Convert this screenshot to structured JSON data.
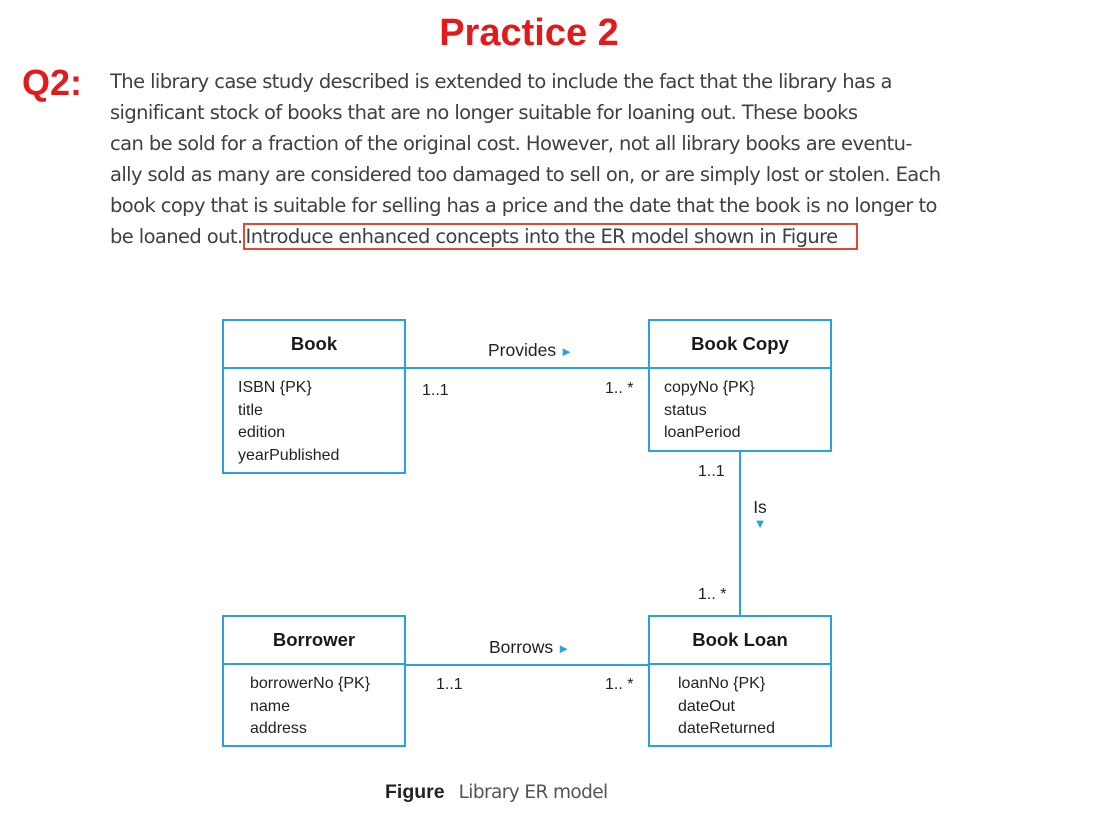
{
  "header": {
    "title": "Practice 2",
    "question_label": "Q2:"
  },
  "paragraph": {
    "lines": [
      "The library case study described  is extended to include the fact that the  library has a",
      "significant stock of books that are no longer suitable for loaning out. These books",
      "can be sold for a fraction of the original cost. However, not all library books are eventu-",
      "ally sold as many are considered too damaged to sell on, or are simply lost or stolen. Each",
      "book copy that is suitable for selling has a price and the date that the book is no longer to"
    ],
    "last_line_start": "be loaned out.",
    "last_line_highlight": "Introduce enhanced concepts into the ER model shown in Figure"
  },
  "diagram": {
    "entities": {
      "book": {
        "name": "Book",
        "attributes": [
          "ISBN {PK}",
          "title",
          "edition",
          "yearPublished"
        ]
      },
      "book_copy": {
        "name": "Book Copy",
        "attributes": [
          "copyNo {PK}",
          "status",
          "loanPeriod"
        ]
      },
      "borrower": {
        "name": "Borrower",
        "attributes": [
          "borrowerNo {PK}",
          "name",
          "address"
        ]
      },
      "book_loan": {
        "name": "Book Loan",
        "attributes": [
          "loanNo {PK}",
          "dateOut",
          "dateReturned"
        ]
      }
    },
    "relationships": {
      "provides": {
        "label": "Provides",
        "arrow": "►",
        "mult_left": "1..1",
        "mult_right": "1.. *"
      },
      "is": {
        "label": "Is",
        "arrow": "▼",
        "mult_top": "1..1",
        "mult_bottom": "1.. *"
      },
      "borrows": {
        "label": "Borrows",
        "arrow": "►",
        "mult_left": "1..1",
        "mult_right": "1.. *"
      }
    },
    "accent_color": "#29a3e0"
  },
  "caption": {
    "label": "Figure",
    "text": "Library ER model"
  },
  "colors": {
    "title": "#e21a1a",
    "highlight_box": "#e04a2c",
    "entity_border": "#29a3e0"
  }
}
